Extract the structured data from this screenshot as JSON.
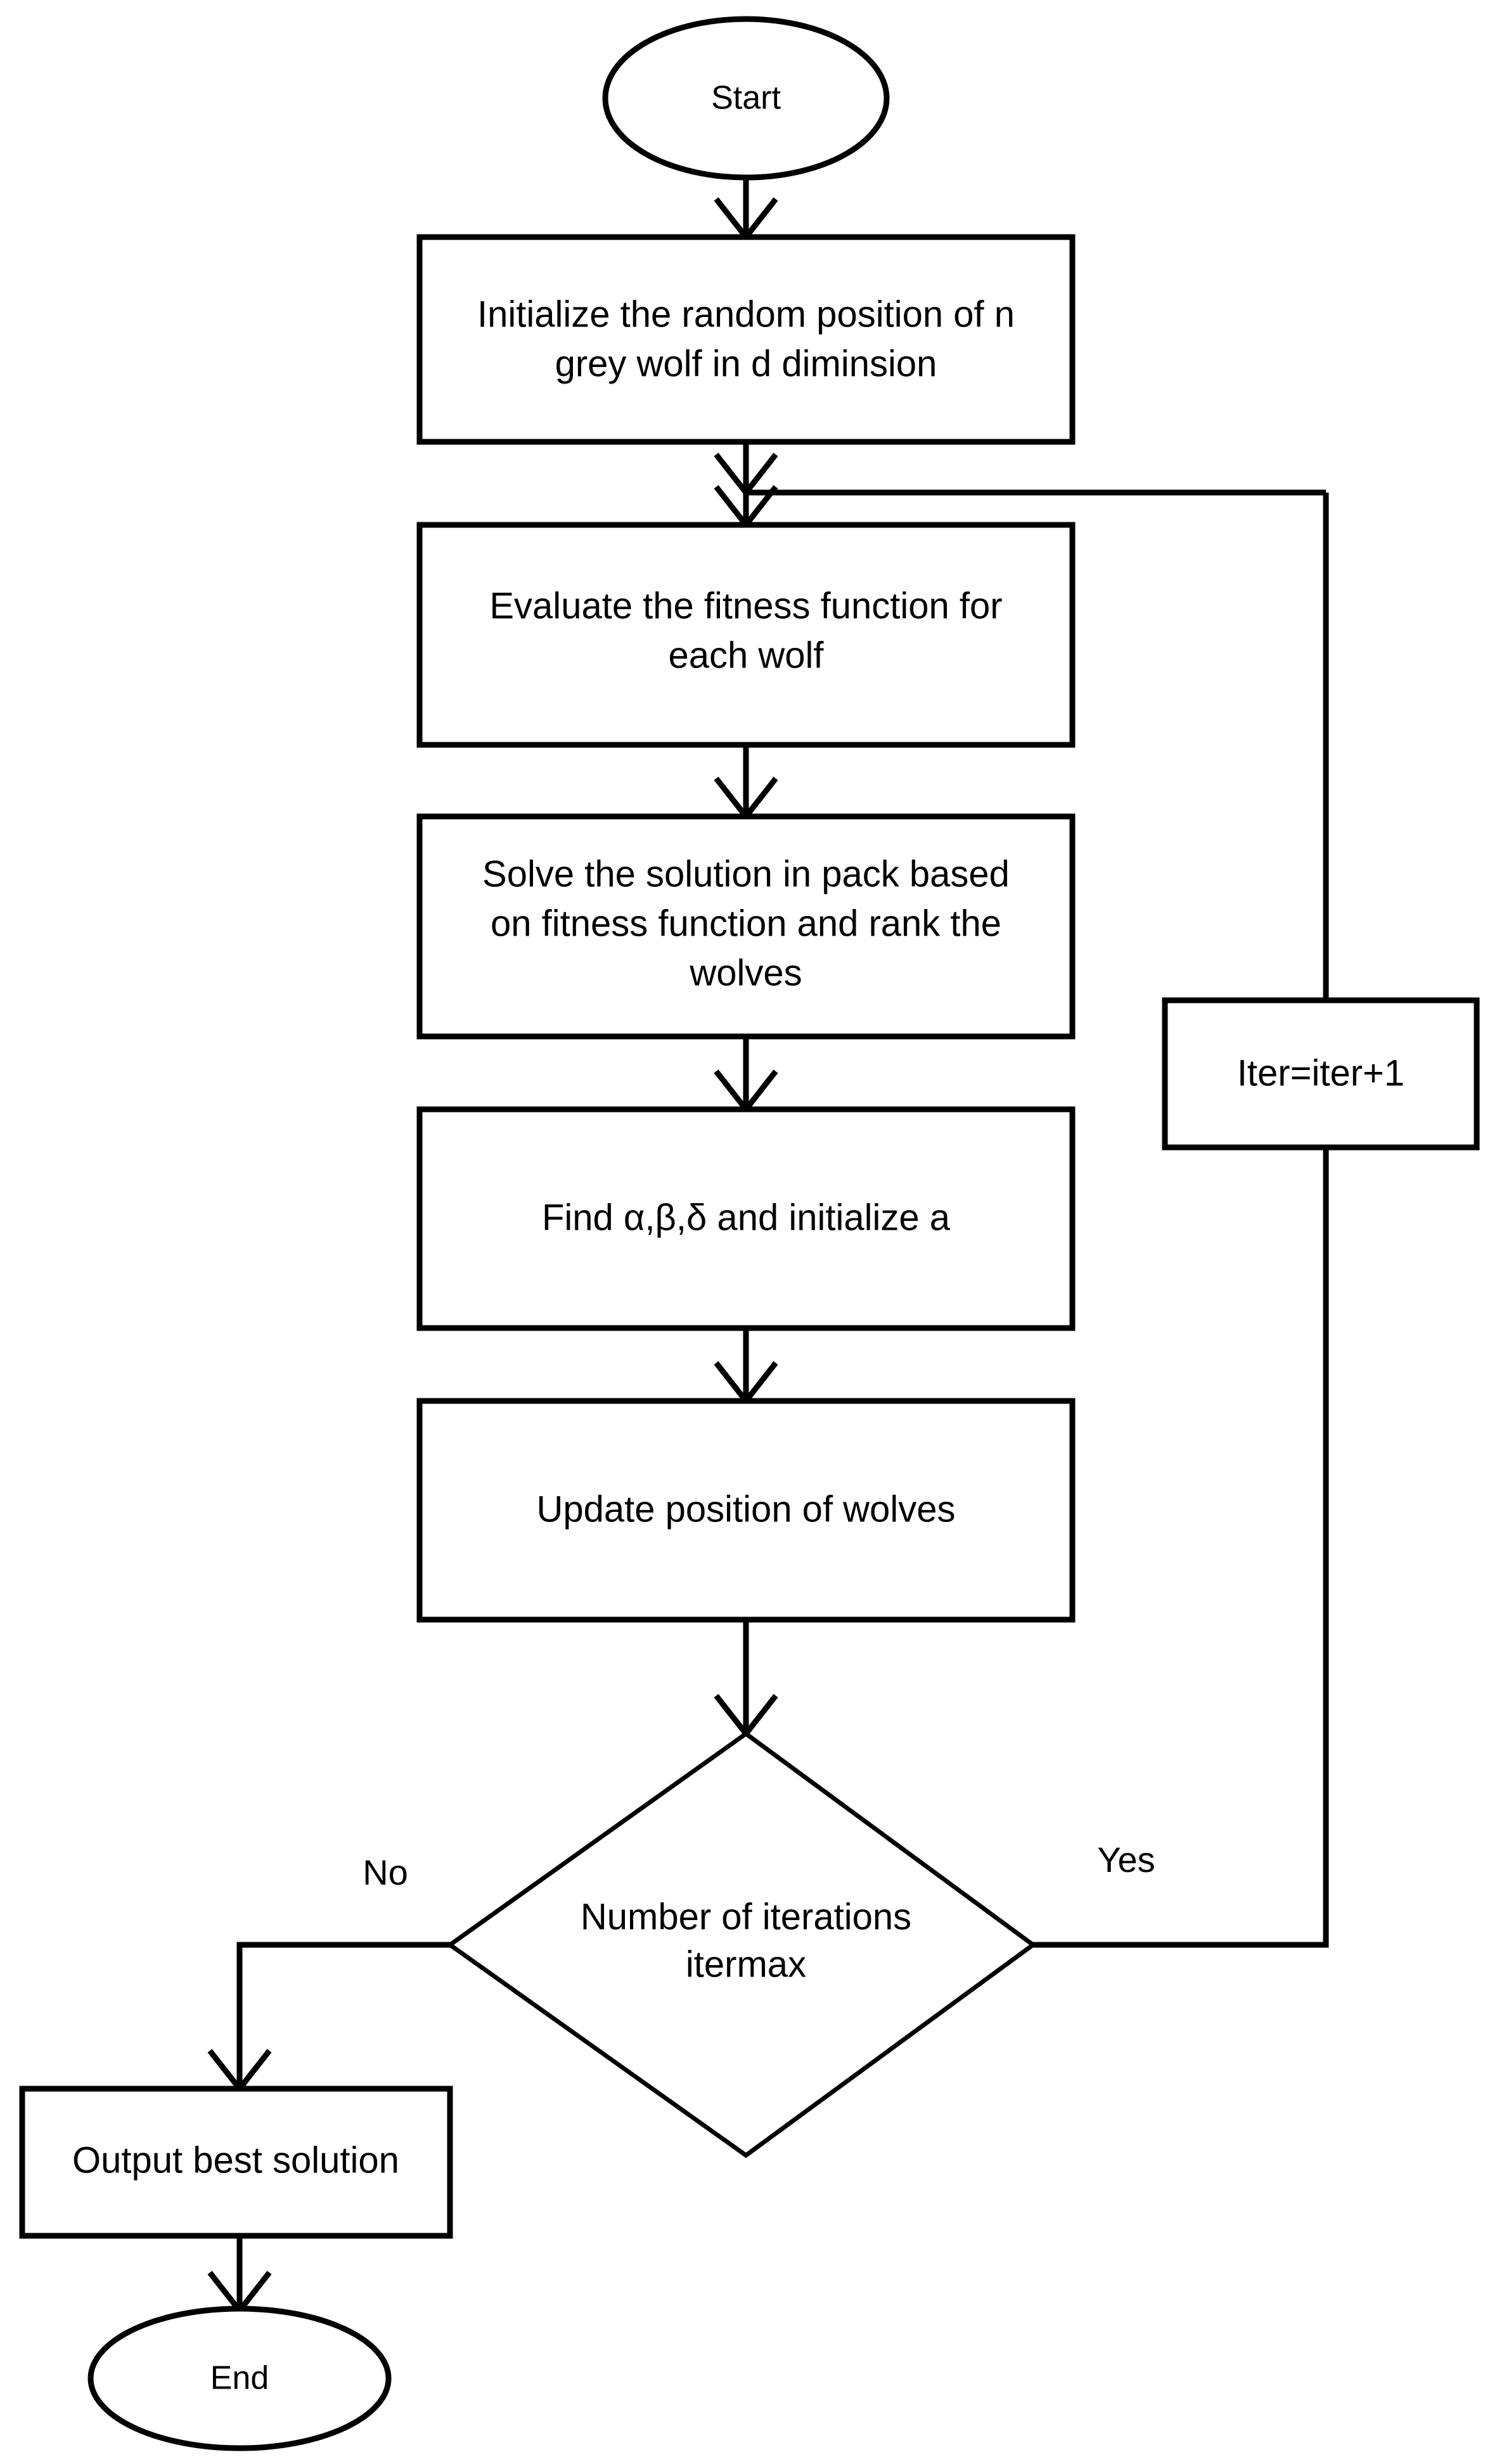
{
  "diagram": {
    "title": "Grey Wolf Optimizer Flowchart",
    "type": "flowchart",
    "background_color": "#ffffff",
    "line_color": "#000000",
    "text_color": "#000000"
  },
  "nodes": {
    "start": {
      "label": "Start",
      "shape": "ellipse"
    },
    "initialize": {
      "line1": "Initialize the random position of n",
      "line2": "grey wolf in d diminsion",
      "shape": "process"
    },
    "evaluate": {
      "line1": "Evaluate the fitness function for",
      "line2": "each wolf",
      "shape": "process"
    },
    "solve_rank": {
      "line1": "Solve the solution in pack based",
      "line2": "on fitness function and rank the",
      "line3": "wolves",
      "shape": "process"
    },
    "find_abd": {
      "line1": "Find α,β,δ and initialize a",
      "shape": "process"
    },
    "update_position": {
      "line1": "Update position of wolves",
      "shape": "process"
    },
    "decision": {
      "line1": "Number of iterations",
      "line2": "itermax",
      "shape": "decision"
    },
    "iter_increment": {
      "line1": "Iter=iter+1",
      "shape": "process"
    },
    "output": {
      "line1": "Output best solution",
      "shape": "process"
    },
    "end": {
      "label": "End",
      "shape": "ellipse"
    }
  },
  "branches": {
    "no_label": "No",
    "yes_label": "Yes"
  }
}
